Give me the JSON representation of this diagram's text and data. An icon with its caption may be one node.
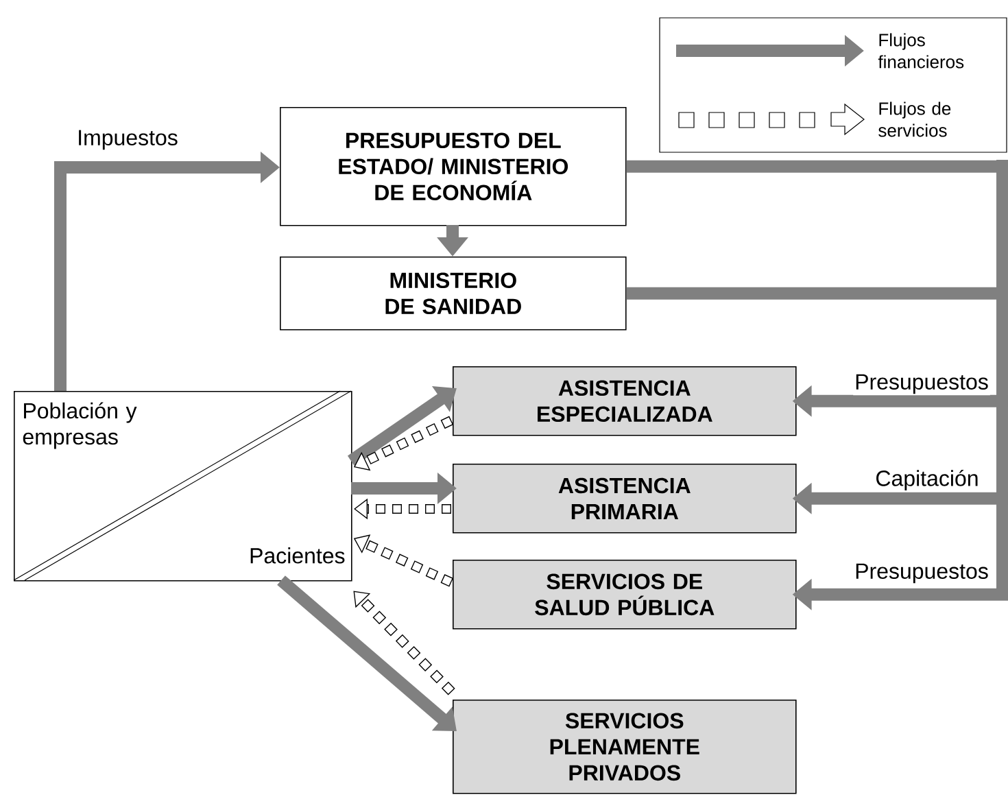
{
  "diagram": {
    "nodes": [
      {
        "text": [
          "PRESUPUESTO DEL ESTADO/ MINISTERIO DE ECONOMÍA"
        ]
      },
      {
        "text": [
          "MINISTERIO DE SANIDAD"
        ]
      },
      {
        "text": [
          "Población y empresas",
          "Pacientes"
        ]
      },
      {
        "text": [
          "ASISTENCIA ESPECIALIZADA"
        ]
      },
      {
        "text": [
          "ASISTENCIA PRIMARIA"
        ]
      },
      {
        "text": [
          "SERVICIOS DE SALUD PÚBLICA"
        ]
      },
      {
        "text": [
          "SERVICIOS PLENAMENTE PRIVADOS"
        ]
      }
    ],
    "edges": [
      {
        "from": 2,
        "to": 0,
        "arrow": "to",
        "label": "Impuestos"
      },
      {
        "from": 0,
        "to": 1,
        "arrow": "to"
      },
      {
        "from": 0,
        "to": 3,
        "arrow": "to",
        "label": "Presupuestos"
      },
      {
        "from": 0,
        "to": 4,
        "arrow": "to",
        "label": "Capitación"
      },
      {
        "from": 0,
        "to": 5,
        "arrow": "to",
        "label": "Presupuestos"
      },
      {
        "from": 1,
        "to": 3,
        "arrow": "to"
      },
      {
        "from": 1,
        "to": 4,
        "arrow": "to"
      },
      {
        "from": 1,
        "to": 5,
        "arrow": "to"
      },
      {
        "from": 2,
        "to": 3,
        "arrow": "to"
      },
      {
        "from": 3,
        "to": 2,
        "arrow": "to",
        "style": "dashed",
        "color": "#000000"
      },
      {
        "from": 2,
        "to": 4,
        "arrow": "to"
      },
      {
        "from": 4,
        "to": 2,
        "arrow": "to",
        "style": "dashed",
        "color": "#000000"
      },
      {
        "from": 5,
        "to": 2,
        "arrow": "to",
        "style": "dashed",
        "color": "#000000"
      },
      {
        "from": 2,
        "to": 6,
        "arrow": "to"
      },
      {
        "from": 6,
        "to": 2,
        "arrow": "to",
        "style": "dashed",
        "color": "#000000"
      }
    ],
    "legend": [
      {
        "text": "Flujos financieros"
      },
      {
        "text": "Flujos de servicios"
      }
    ]
  }
}
